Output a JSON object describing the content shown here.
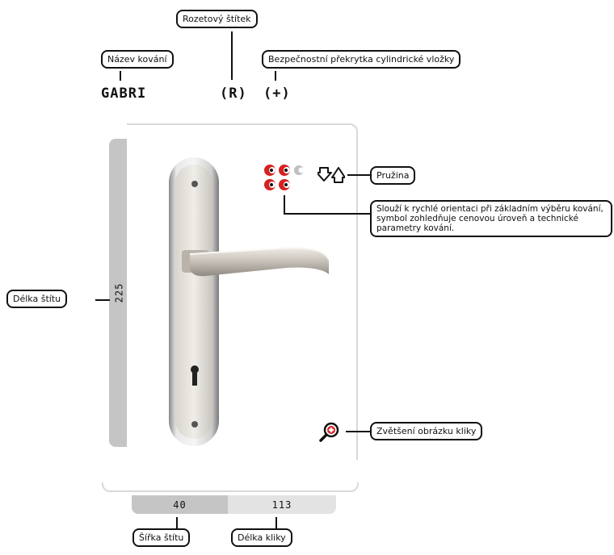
{
  "product": {
    "name": "GABRI",
    "rosette_mark": "(R)",
    "security_mark": "(+)"
  },
  "callouts": {
    "rosette_plate": "Rozetový štítek",
    "hardware_name": "Název kování",
    "cylinder_cover": "Bezpečnostní překrytka cylindrické vložky",
    "spring": "Pružina",
    "orientation_note": "Slouží k rychlé orientaci při základním výběru kování, symbol zohledňuje cenovou úroveň a technické parametry kování.",
    "plate_length": "Délka štítu",
    "zoom": "Zvětšení obrázku kliky",
    "plate_width": "Šířka štítu",
    "handle_length": "Délka kliky"
  },
  "dimensions": {
    "plate_length": "225",
    "plate_width": "40",
    "handle_length": "113"
  },
  "rating": {
    "filled": 4,
    "total": 5
  },
  "colors": {
    "rating_active": "#d62020",
    "rating_inactive": "#bfbfbf",
    "dimension_bar_dark": "#c5c5c5",
    "dimension_bar_light": "#e3e3e3",
    "zoom_accent": "#d62020"
  },
  "icons": [
    "spring-icon",
    "zoom-icon",
    "rating-icon",
    "door-handle-image"
  ]
}
